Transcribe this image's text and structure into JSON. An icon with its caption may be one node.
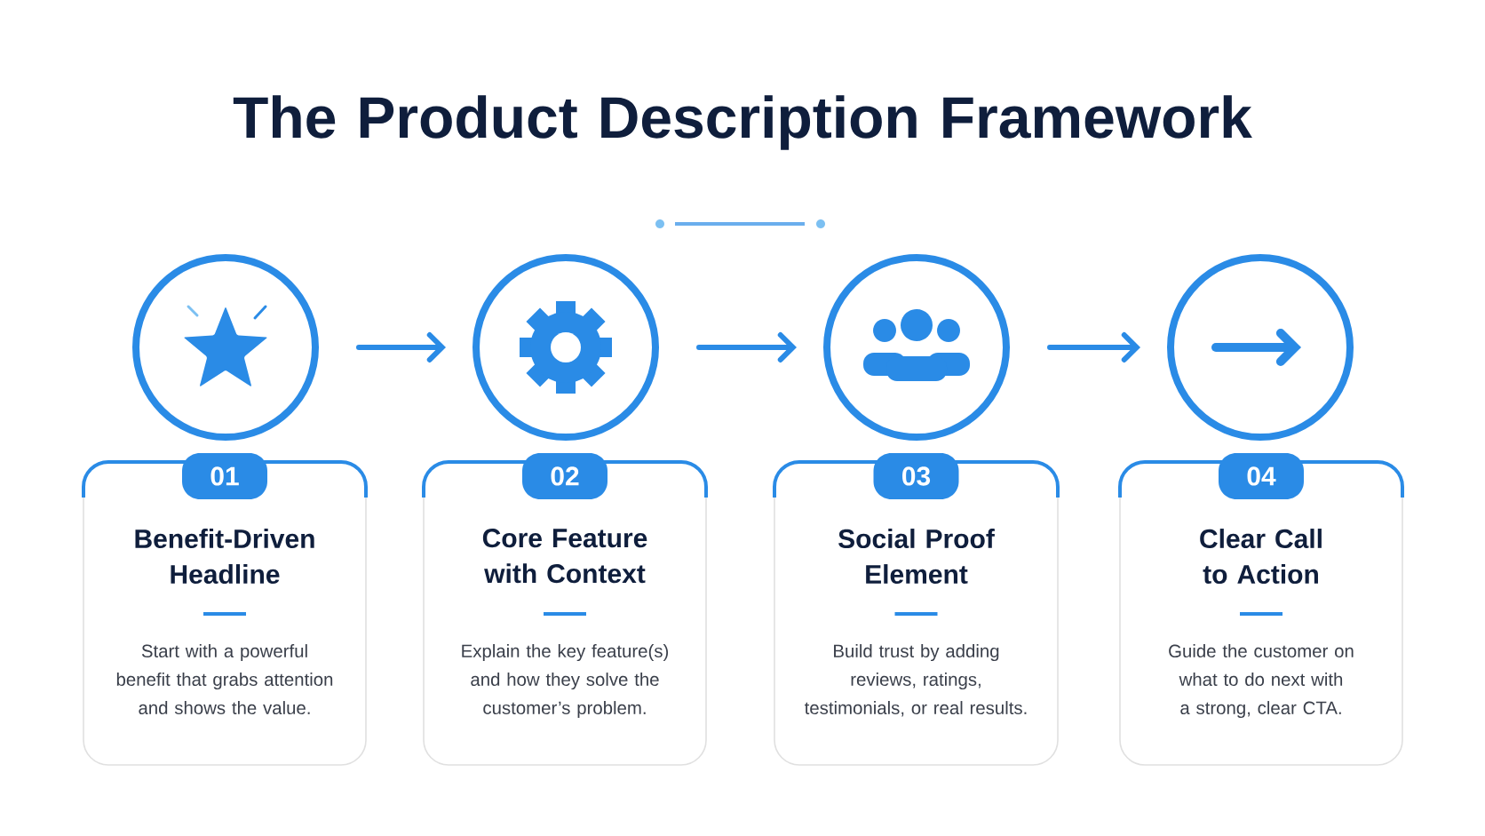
{
  "diagram": {
    "title": "The Product Description Framework",
    "nodes": [
      {
        "text": [],
        "shape": "circle"
      },
      {
        "text": [],
        "shape": "circle"
      },
      {
        "text": [],
        "shape": "circle"
      },
      {
        "text": [],
        "shape": "circle"
      },
      {
        "text": [
          "01",
          "Benefit-Driven Headline",
          "Start with a powerful benefit that grabs attention and shows the value."
        ]
      },
      {
        "text": [
          "02",
          "Core Feature with Context",
          "Explain the key feature(s) and how they solve the customer’s problem."
        ]
      },
      {
        "text": [
          "03",
          "Social Proof Element",
          "Build trust by adding reviews, ratings, testimonials, or real results."
        ]
      },
      {
        "text": [
          "04",
          "Clear Call to Action",
          "Guide the customer on what to do next with a strong, clear CTA."
        ]
      }
    ],
    "edges": [
      {
        "from": 0,
        "to": 1,
        "arrow": "to"
      },
      {
        "from": 1,
        "to": 2,
        "arrow": "to"
      },
      {
        "from": 2,
        "to": 3,
        "arrow": "to"
      }
    ]
  }
}
